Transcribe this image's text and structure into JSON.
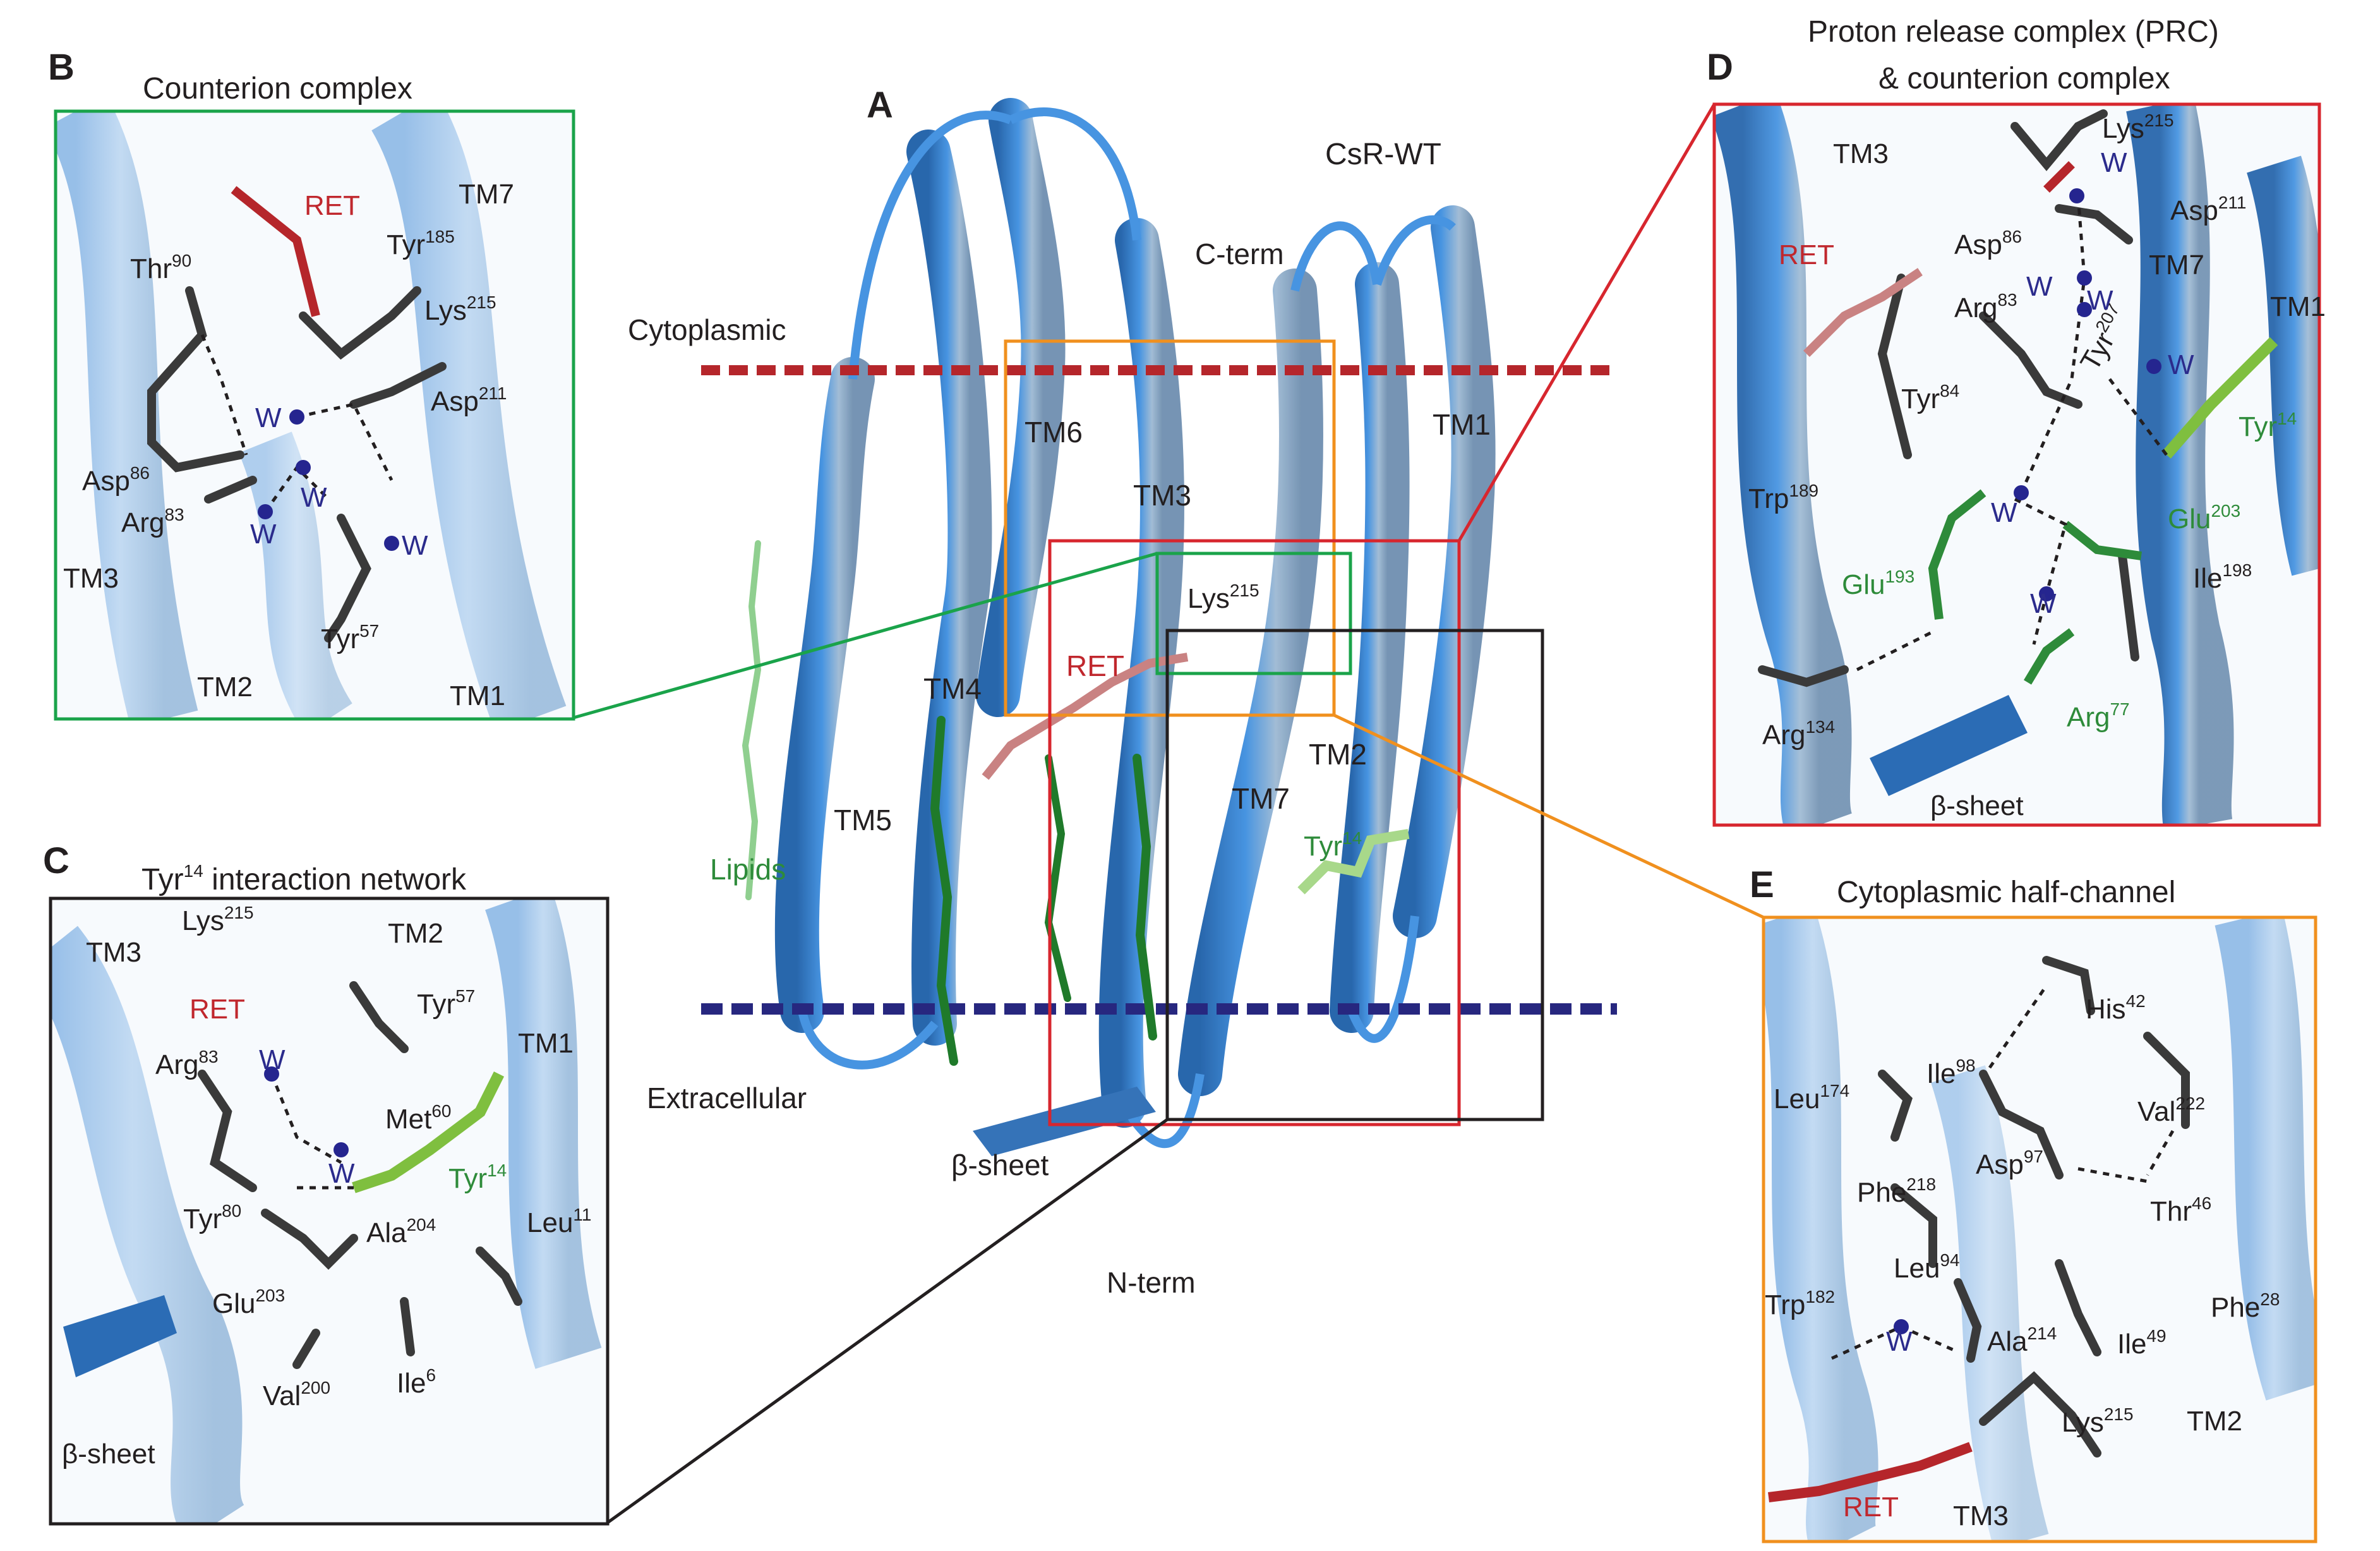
{
  "colors": {
    "helix_blue": "#2f7fd1",
    "panel_B_border": "#1aa34a",
    "panel_C_border": "#231f20",
    "panel_D_border": "#d7262e",
    "panel_E_border": "#f0901e",
    "cytoplasmic_line": "#b5262b",
    "extracellular_line": "#27277f",
    "retinal_red": "#b5262b",
    "lipid_green": "#1f7a2a",
    "tyr14_green": "#7fbf3f",
    "water_blue": "#25258f"
  },
  "panelA": {
    "letter": "A",
    "title": "CsR-WT",
    "labels": {
      "cterm": "C-term",
      "nterm": "N-term",
      "cytoplasmic": "Cytoplasmic",
      "extracellular": "Extracellular",
      "lipids": "Lipids",
      "betasheet": "β-sheet",
      "ret": "RET",
      "tm1": "TM1",
      "tm2": "TM2",
      "tm3": "TM3",
      "tm4": "TM4",
      "tm5": "TM5",
      "tm6": "TM6",
      "tm7": "TM7",
      "lys": "Lys",
      "lys_sup": "215",
      "tyr": "Tyr",
      "tyr_sup": "14"
    }
  },
  "panelB": {
    "letter": "B",
    "title": "Counterion complex",
    "labels": {
      "ret": "RET",
      "tm7": "TM7",
      "tm3": "TM3",
      "tm2": "TM2",
      "tm1": "TM1",
      "thr": "Thr",
      "thr_sup": "90",
      "tyr185": "Tyr",
      "tyr185_sup": "185",
      "lys": "Lys",
      "lys_sup": "215",
      "asp211": "Asp",
      "asp211_sup": "211",
      "asp86": "Asp",
      "asp86_sup": "86",
      "arg": "Arg",
      "arg_sup": "83",
      "tyr57": "Tyr",
      "tyr57_sup": "57",
      "w": "W"
    }
  },
  "panelC": {
    "letter": "C",
    "title": "Tyr",
    "title_sup": "14",
    "title_rest": " interaction network",
    "labels": {
      "tm3": "TM3",
      "tm2": "TM2",
      "tm1": "TM1",
      "ret": "RET",
      "betasheet": "β-sheet",
      "lys": "Lys",
      "lys_sup": "215",
      "tyr57": "Tyr",
      "tyr57_sup": "57",
      "arg": "Arg",
      "arg_sup": "83",
      "met": "Met",
      "met_sup": "60",
      "tyr14": "Tyr",
      "tyr14_sup": "14",
      "tyr80": "Tyr",
      "tyr80_sup": "80",
      "ala": "Ala",
      "ala_sup": "204",
      "leu": "Leu",
      "leu_sup": "11",
      "glu": "Glu",
      "glu_sup": "203",
      "val": "Val",
      "val_sup": "200",
      "ile": "Ile",
      "ile_sup": "6",
      "w": "W"
    }
  },
  "panelD": {
    "letter": "D",
    "title_line1": "Proton release complex (PRC)",
    "title_line2": "& counterion complex",
    "labels": {
      "tm3": "TM3",
      "tm7": "TM7",
      "tm1": "TM1",
      "ret": "RET",
      "betasheet": "β-sheet",
      "lys": "Lys",
      "lys_sup": "215",
      "asp211": "Asp",
      "asp211_sup": "211",
      "asp86": "Asp",
      "asp86_sup": "86",
      "arg83": "Arg",
      "arg83_sup": "83",
      "tyr207": "Tyr",
      "tyr207_sup": "207",
      "tyr84": "Tyr",
      "tyr84_sup": "84",
      "tyr14": "Tyr",
      "tyr14_sup": "14",
      "trp": "Trp",
      "trp_sup": "189",
      "glu203": "Glu",
      "glu203_sup": "203",
      "glu193": "Glu",
      "glu193_sup": "193",
      "ile": "Ile",
      "ile_sup": "198",
      "arg134": "Arg",
      "arg134_sup": "134",
      "arg77": "Arg",
      "arg77_sup": "77",
      "w": "W"
    }
  },
  "panelE": {
    "letter": "E",
    "title": "Cytoplasmic half-channel",
    "labels": {
      "his": "His",
      "his_sup": "42",
      "ile98": "Ile",
      "ile98_sup": "98",
      "leu174": "Leu",
      "leu174_sup": "174",
      "val": "Val",
      "val_sup": "222",
      "asp": "Asp",
      "asp_sup": "97",
      "phe218": "Phe",
      "phe218_sup": "218",
      "thr": "Thr",
      "thr_sup": "46",
      "leu94": "Leu",
      "leu94_sup": "94",
      "trp": "Trp",
      "trp_sup": "182",
      "phe28": "Phe",
      "phe28_sup": "28",
      "ala": "Ala",
      "ala_sup": "214",
      "ile49": "Ile",
      "ile49_sup": "49",
      "lys": "Lys",
      "lys_sup": "215",
      "tm2": "TM2",
      "tm3": "TM3",
      "ret": "RET",
      "w": "W"
    }
  }
}
